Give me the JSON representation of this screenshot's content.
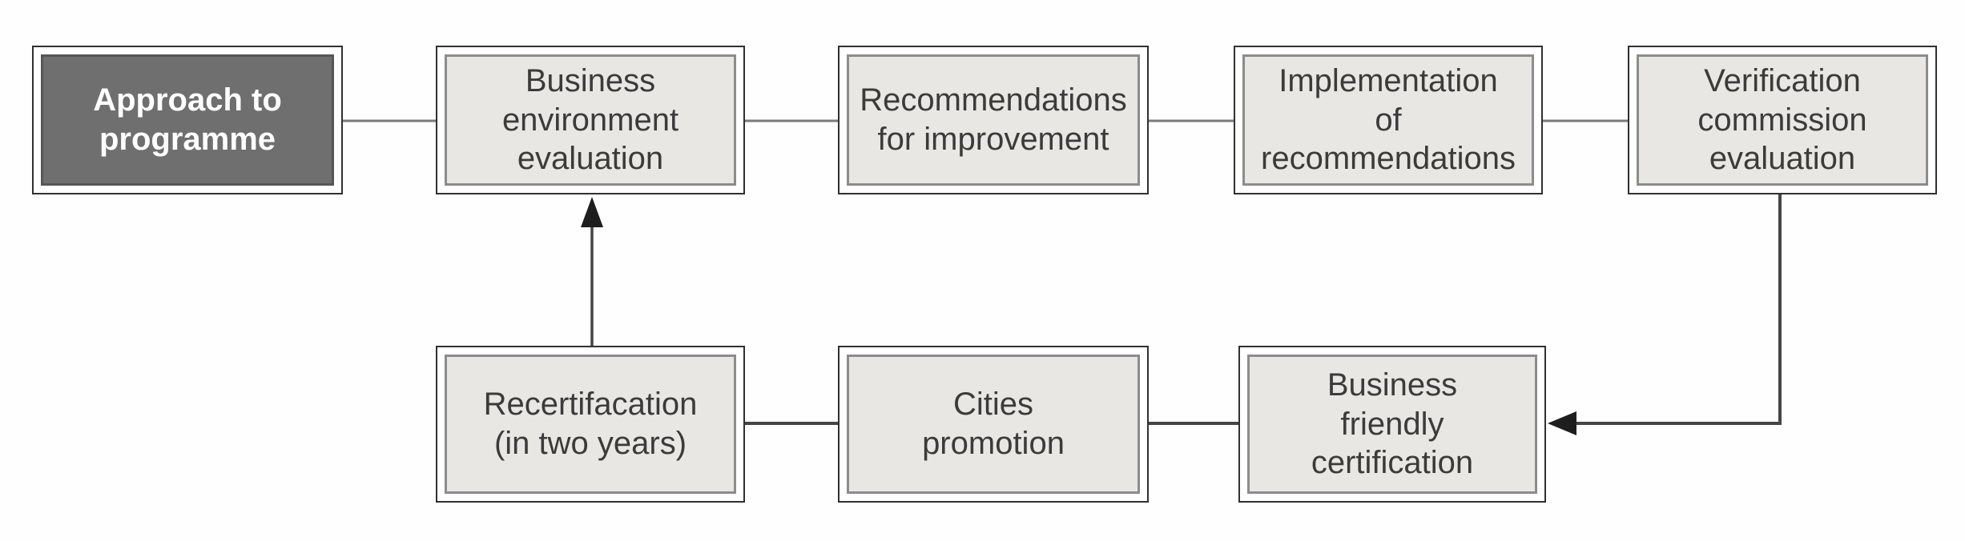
{
  "diagram": {
    "type": "flowchart",
    "nodes": {
      "approach": {
        "label": "Approach to\nprogramme",
        "emphasis": "dark-start-node"
      },
      "business_env": {
        "label": "Business\nenvironment\nevaluation",
        "emphasis": "light"
      },
      "recommend": {
        "label": "Recommendations\nfor improvement",
        "emphasis": "light"
      },
      "implementation": {
        "label": "Implementation\nof\nrecommendations",
        "emphasis": "light"
      },
      "verification": {
        "label": "Verification\ncommission\nevaluation",
        "emphasis": "light"
      },
      "recert": {
        "label": "Recertifacation\n(in two years)",
        "emphasis": "light"
      },
      "cities": {
        "label": "Cities\npromotion",
        "emphasis": "light"
      },
      "certification": {
        "label": "Business\nfriendly\ncertification",
        "emphasis": "light"
      }
    },
    "edges": [
      {
        "from": "approach",
        "to": "business_env",
        "arrowhead": false
      },
      {
        "from": "business_env",
        "to": "recommend",
        "arrowhead": false
      },
      {
        "from": "recommend",
        "to": "implementation",
        "arrowhead": false
      },
      {
        "from": "implementation",
        "to": "verification",
        "arrowhead": false
      },
      {
        "from": "verification",
        "to": "certification",
        "arrowhead": true,
        "route": "down-then-left"
      },
      {
        "from": "certification",
        "to": "cities",
        "arrowhead": false
      },
      {
        "from": "cities",
        "to": "recert",
        "arrowhead": false
      },
      {
        "from": "recert",
        "to": "business_env",
        "arrowhead": true,
        "route": "up"
      }
    ],
    "colors": {
      "page_background": "#fefefe",
      "light_node_fill": "#e8e7e4",
      "light_node_inner_border": "#8c8c8c",
      "node_outer_border": "#303030",
      "dark_node_fill": "#6f6f6f",
      "dark_node_text": "#ffffff",
      "light_node_text": "#3b3b3b",
      "top_connector_line": "#7a7a7a",
      "cycle_connector_line": "#454545",
      "arrowhead_fill": "#1e1e1e"
    }
  }
}
